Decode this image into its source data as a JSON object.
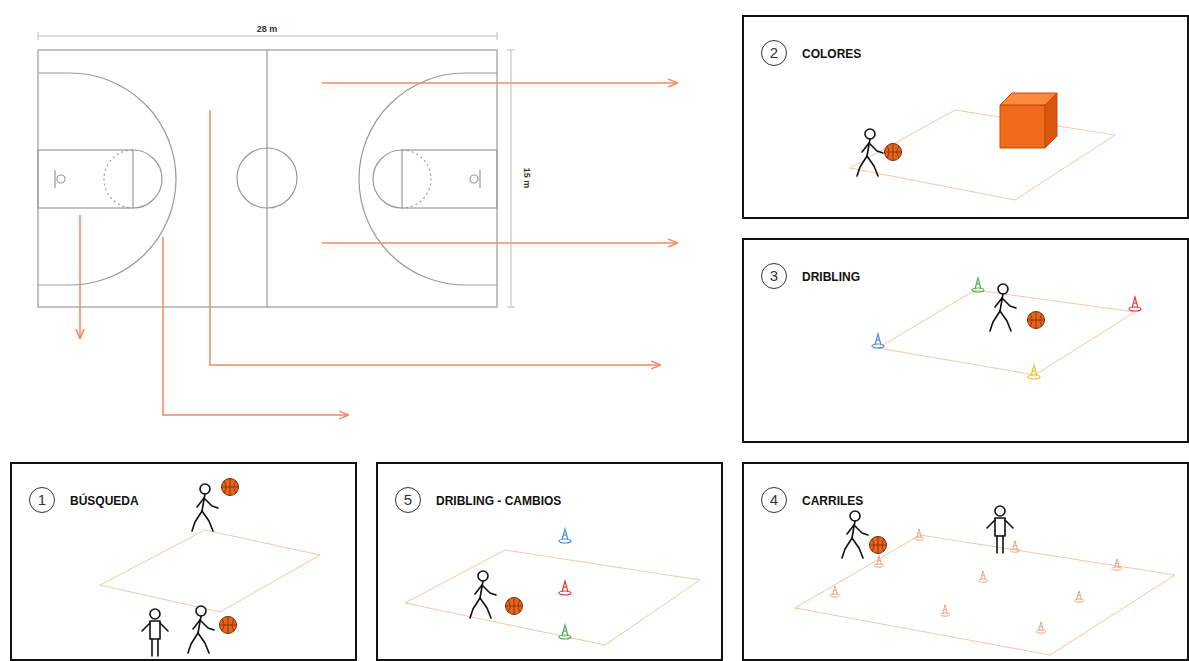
{
  "diagram": {
    "nodes": [
      {
        "text": [
          "2",
          "COLORES"
        ]
      },
      {
        "text": [
          "3",
          "DRIBLING"
        ]
      },
      {
        "text": [
          "1",
          "BÚSQUEDA"
        ]
      },
      {
        "text": [
          "5",
          "DRIBLING - CAMBIOS"
        ]
      },
      {
        "text": [
          "4",
          "CARRILES"
        ]
      }
    ],
    "labels": [
      "28 m",
      "15 m"
    ]
  }
}
